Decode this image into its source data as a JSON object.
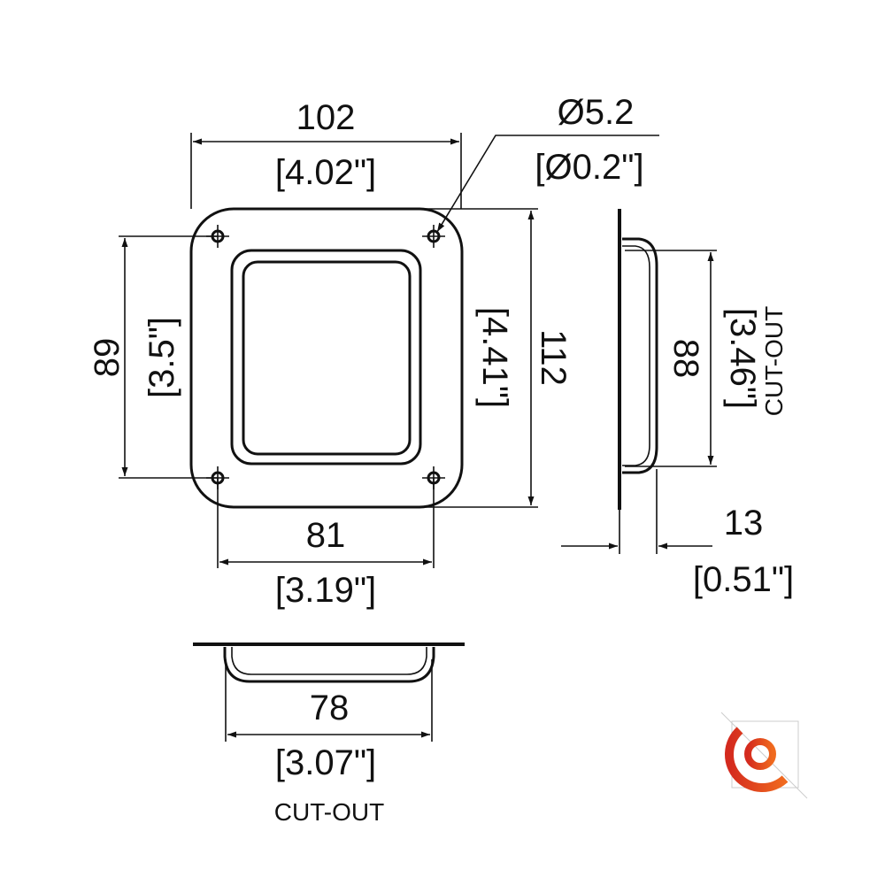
{
  "dimensions": {
    "width": {
      "mm": "102",
      "in": "[4.02\"]"
    },
    "hole": {
      "mm": "Ø5.2",
      "in": "[Ø0.2\"]"
    },
    "hole_spacing_v": {
      "mm": "89",
      "in": "[3.5\"]"
    },
    "height": {
      "mm": "112",
      "in": "[4.41\"]"
    },
    "hole_spacing_h": {
      "mm": "81",
      "in": "[3.19\"]"
    },
    "cutout_v": {
      "mm": "88",
      "in": "[3.46\"]",
      "label": "CUT-OUT"
    },
    "depth": {
      "mm": "13",
      "in": "[0.51\"]"
    },
    "cutout_h": {
      "mm": "78",
      "in": "[3.07\"]",
      "label": "CUT-OUT"
    }
  },
  "logo": {
    "colors": [
      "#d42a1e",
      "#f06a1e"
    ]
  }
}
